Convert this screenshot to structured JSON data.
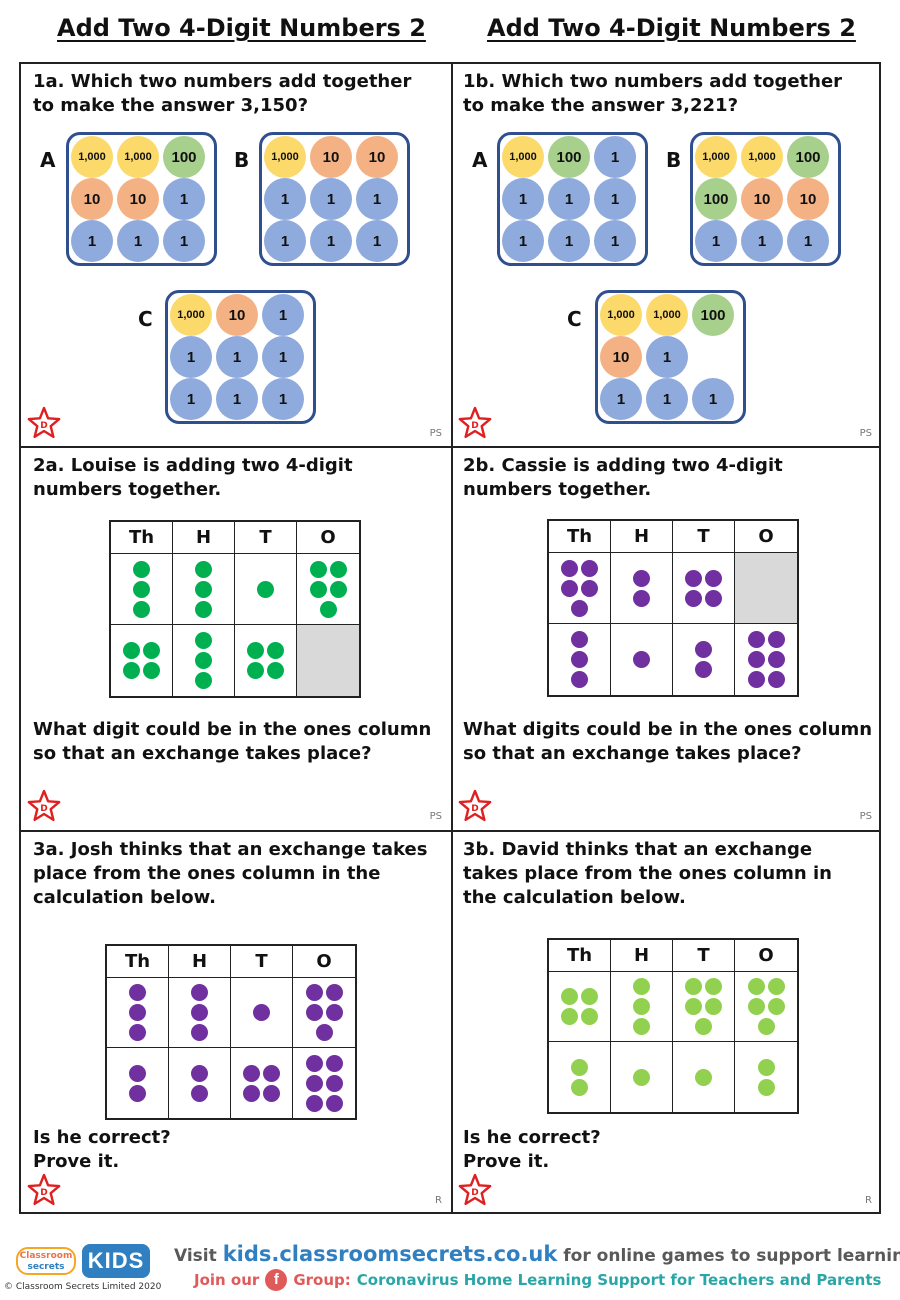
{
  "header": {
    "title_left": "Add Two 4-Digit Numbers  2",
    "title_right": "Add Two 4-Digit Numbers  2"
  },
  "colors": {
    "thousand": "#fcd96b",
    "hundred": "#a8d08d",
    "ten": "#f4b183",
    "one": "#8faadc",
    "box_border": "#2f4f8f",
    "green_dot": "#00b050",
    "purple_dot": "#7030a0",
    "lime_dot": "#92d050",
    "star": "#e02020"
  },
  "badge": {
    "star_letter": "D",
    "icon": "star-icon"
  },
  "q1a": {
    "text": "1a. Which two numbers add together to make the answer 3,150?",
    "corner": "PS",
    "options": [
      {
        "label": "A",
        "counters": [
          "1,000",
          "1,000",
          "100",
          "10",
          "10",
          "1",
          "1",
          "1",
          "1"
        ]
      },
      {
        "label": "B",
        "counters": [
          "1,000",
          "10",
          "10",
          "1",
          "1",
          "1",
          "1",
          "1",
          "1"
        ]
      },
      {
        "label": "C",
        "counters": [
          "1,000",
          "10",
          "1",
          "1",
          "1",
          "1",
          "1",
          "1",
          "1"
        ]
      }
    ]
  },
  "q1b": {
    "text": "1b. Which two numbers add together to make the answer 3,221?",
    "corner": "PS",
    "options": [
      {
        "label": "A",
        "counters": [
          "1,000",
          "100",
          "1",
          "1",
          "1",
          "1",
          "1",
          "1",
          "1"
        ]
      },
      {
        "label": "B",
        "counters": [
          "1,000",
          "1,000",
          "100",
          "100",
          "10",
          "10",
          "1",
          "1",
          "1"
        ]
      },
      {
        "label": "C",
        "counters": [
          "1,000",
          "1,000",
          "100",
          "10",
          "1",
          "",
          "1",
          "1",
          "1"
        ]
      }
    ]
  },
  "q2a": {
    "text": "2a. Louise is adding two 4-digit numbers together.",
    "question": "What digit could be in the ones column so that an exchange takes place?",
    "corner": "PS",
    "headers": [
      "Th",
      "H",
      "T",
      "O"
    ],
    "rows": [
      [
        3,
        3,
        1,
        5
      ],
      [
        4,
        3,
        4,
        null
      ]
    ]
  },
  "q2b": {
    "text": "2b. Cassie is adding two 4-digit numbers together.",
    "question": "What digits could be in the ones column so that an exchange takes place?",
    "corner": "PS",
    "headers": [
      "Th",
      "H",
      "T",
      "O"
    ],
    "rows": [
      [
        5,
        2,
        4,
        null
      ],
      [
        3,
        1,
        2,
        6
      ]
    ]
  },
  "q3a": {
    "text": "3a. Josh thinks that an exchange takes place from the ones column in the calculation below.",
    "question_line1": "Is he correct?",
    "question_line2": "Prove it.",
    "corner": "R",
    "headers": [
      "Th",
      "H",
      "T",
      "O"
    ],
    "rows": [
      [
        3,
        3,
        1,
        5
      ],
      [
        2,
        2,
        4,
        6
      ]
    ]
  },
  "q3b": {
    "text": "3b. David thinks that an exchange takes place from the ones column in the calculation below.",
    "question_line1": "Is he correct?",
    "question_line2": "Prove it.",
    "corner": "R",
    "headers": [
      "Th",
      "H",
      "T",
      "O"
    ],
    "rows": [
      [
        4,
        3,
        5,
        5
      ],
      [
        2,
        1,
        1,
        2
      ]
    ]
  },
  "footer": {
    "logo_word1": "Classroom",
    "logo_word2": "secrets",
    "logo_kids": "KIDS",
    "copyright": "© Classroom Secrets Limited 2020",
    "visit_prefix": "Visit",
    "visit_url": "kids.classroomsecrets.co.uk",
    "visit_suffix": "for online games to support learning.",
    "join_prefix": "Join our",
    "join_group": "Group:",
    "join_name": "Coronavirus Home Learning Support for Teachers and Parents"
  }
}
